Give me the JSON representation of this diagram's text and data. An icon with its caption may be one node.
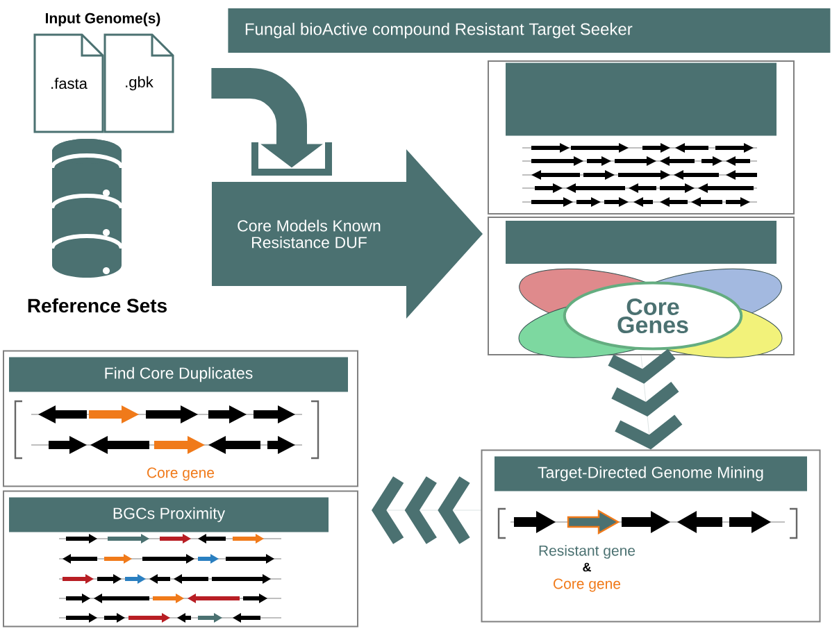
{
  "diagram": {
    "title": "Fungal bioActive compound Resistant Target Seeker",
    "nodes": [
      {
        "text": [
          ".fasta"
        ]
      },
      {
        "text": [
          ".gbk"
        ]
      },
      {
        "text": [],
        "shape": "cylinder",
        "beside": [
          "Reference Sets"
        ]
      },
      {
        "text": [
          "Core Models Known Resistance DUF"
        ]
      },
      {
        "text": [],
        "shape": "box"
      },
      {
        "text": [],
        "shape": "box",
        "in": 4
      },
      {
        "text": [],
        "shape": "box"
      },
      {
        "text": [],
        "shape": "box",
        "in": 6
      },
      {
        "text": [
          "Core Genes"
        ],
        "in": 6
      },
      {
        "text": [
          "Target-Directed Genome Mining",
          "Resistant gene",
          "&",
          "Core gene"
        ]
      },
      {
        "text": [
          "Find Core Duplicates",
          "Core gene"
        ]
      },
      {
        "text": [
          "BGCs Proximity"
        ]
      }
    ],
    "edges": [
      {
        "from": 1,
        "to": 3,
        "arrow": "to",
        "style": "thick"
      },
      {
        "from": 6,
        "to": 9,
        "arrow": "to"
      },
      {
        "from": 9,
        "to": null,
        "arrow": "to"
      }
    ],
    "labels": [
      "Input Genome(s)"
    ]
  }
}
